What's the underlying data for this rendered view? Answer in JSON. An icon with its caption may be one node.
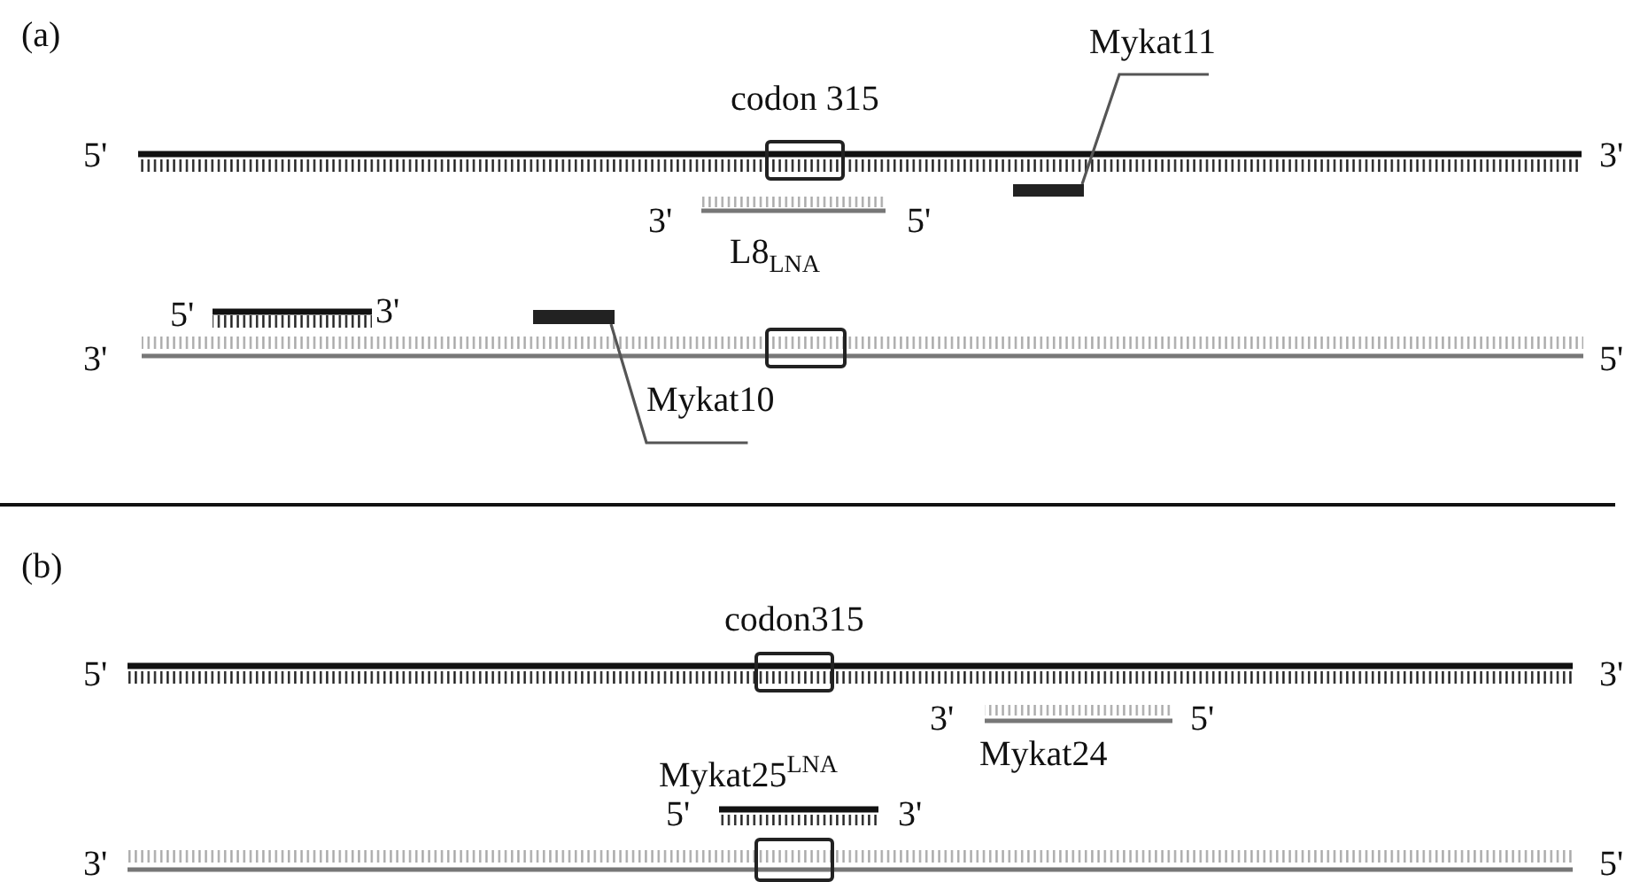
{
  "diagram": {
    "nodes": [
      {
        "text": [
          "codon 315"
        ]
      },
      {
        "text": [
          "Mykat11"
        ]
      },
      {
        "text": [],
        "shape": "bar"
      },
      {
        "text": [],
        "shape": "box"
      },
      {
        "text": [],
        "shape": "bar"
      },
      {
        "text": [
          "Mykat10"
        ]
      },
      {
        "text": [
          "codon315"
        ]
      },
      {
        "text": [],
        "shape": "box"
      }
    ],
    "edges": [
      {
        "from": 1,
        "to": 2,
        "arrow": "none"
      },
      {
        "from": 5,
        "to": 4,
        "arrow": "none"
      }
    ],
    "labels": [
      "(a)",
      "5'",
      "3'",
      "3'",
      "5'",
      "L8$_{LNA}$",
      "5'",
      "3'",
      "3'",
      "5'",
      "(b)",
      "5'",
      "3'",
      "3'",
      "5'",
      "Mykat24",
      "Mykat25$^{LNA}$",
      "5'",
      "3'",
      "3'",
      "5'"
    ]
  }
}
